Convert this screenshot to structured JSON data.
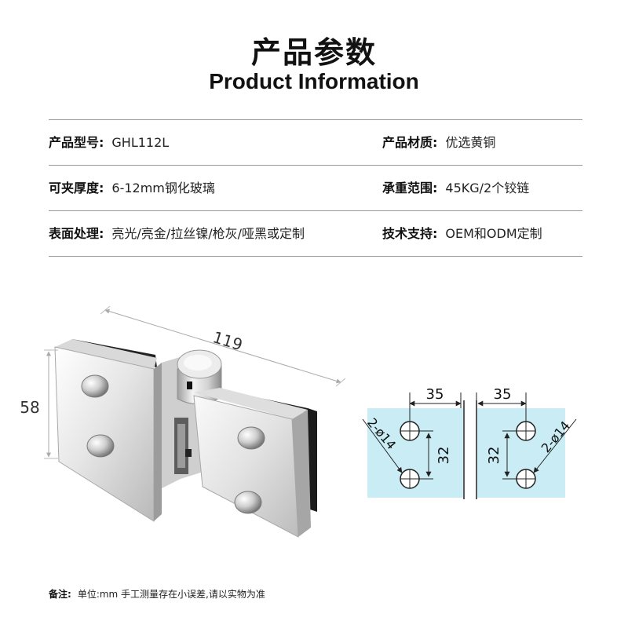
{
  "header": {
    "title_cn": "产品参数",
    "title_en": "Product Information"
  },
  "specs": [
    {
      "left": {
        "key": "产品型号:",
        "value": "GHL112L"
      },
      "right": {
        "key": "产品材质:",
        "value": "优选黄铜"
      }
    },
    {
      "left": {
        "key": "可夹厚度:",
        "value": "6-12mm钢化玻璃"
      },
      "right": {
        "key": "承重范围:",
        "value": "45KG/2个铰链"
      }
    },
    {
      "left": {
        "key": "表面处理:",
        "value": "亮光/亮金/拉丝镍/枪灰/哑黑或定制"
      },
      "right": {
        "key": "技术支持:",
        "value": "OEM和ODM定制"
      }
    }
  ],
  "dimensions": {
    "width": "119",
    "height": "58",
    "hole_spacing_h": "35",
    "hole_spacing_v": "32",
    "hole_spec": "2-ø14"
  },
  "note": {
    "label": "备注:",
    "text": "单位:mm 手工测量存在小误差,请以实物为准"
  },
  "colors": {
    "glass_fill": "#c9ecf5",
    "divider": "#9a9a9a",
    "metal_light": "#f2f2f2",
    "metal_dark": "#8c8c8c"
  }
}
